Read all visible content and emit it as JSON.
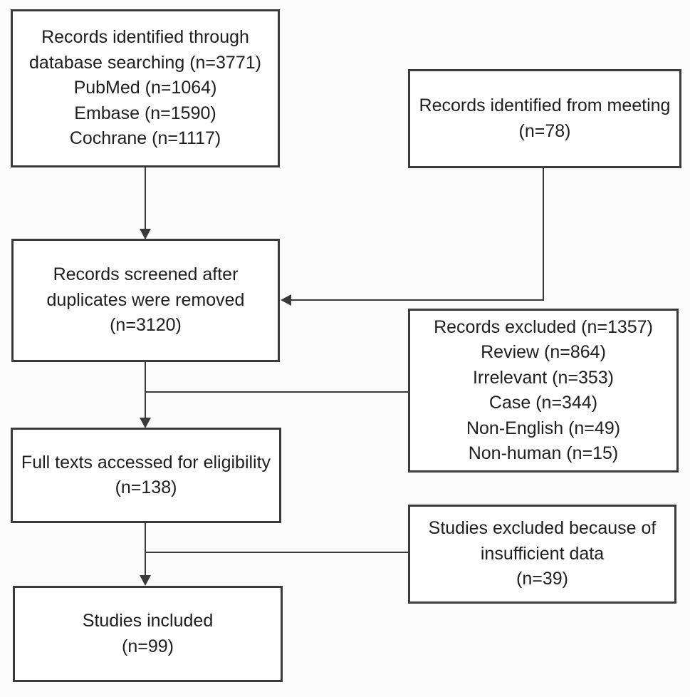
{
  "colors": {
    "background": "#fbfbfb",
    "box_background": "#fefefe",
    "box_border": "#3a3a3a",
    "text": "#1e1e1e",
    "connector": "#3a3a3a"
  },
  "diagram": {
    "type": "flowchart",
    "nodes": {
      "identified_db": {
        "lines": [
          "Records identified through",
          "database searching (n=3771)",
          "PubMed (n=1064)",
          "Embase (n=1590)",
          "Cochrane (n=1117)"
        ]
      },
      "identified_meeting": {
        "lines": [
          "Records identified from meeting",
          "(n=78)"
        ]
      },
      "screened": {
        "lines": [
          "Records screened after",
          "duplicates were removed",
          "(n=3120)"
        ]
      },
      "records_excluded": {
        "lines": [
          "Records excluded (n=1357)",
          "Review (n=864)",
          "Irrelevant (n=353)",
          "Case (n=344)",
          "Non-English (n=49)",
          "Non-human (n=15)"
        ]
      },
      "fulltext": {
        "lines": [
          "Full texts accessed for eligibility",
          "(n=138)"
        ]
      },
      "studies_excluded": {
        "lines": [
          "Studies excluded because of",
          "insufficient data",
          "(n=39)"
        ]
      },
      "included": {
        "lines": [
          "Studies included",
          "(n=99)"
        ]
      }
    },
    "edges": [
      {
        "from": "identified_db",
        "to": "screened",
        "style": "arrow-down"
      },
      {
        "from": "identified_meeting",
        "to": "screened",
        "style": "elbow-arrow-left"
      },
      {
        "from": "screened",
        "to": "records_excluded",
        "style": "branch-right"
      },
      {
        "from": "screened",
        "to": "fulltext",
        "style": "arrow-down"
      },
      {
        "from": "fulltext",
        "to": "studies_excluded",
        "style": "branch-right"
      },
      {
        "from": "fulltext",
        "to": "included",
        "style": "arrow-down"
      }
    ]
  }
}
